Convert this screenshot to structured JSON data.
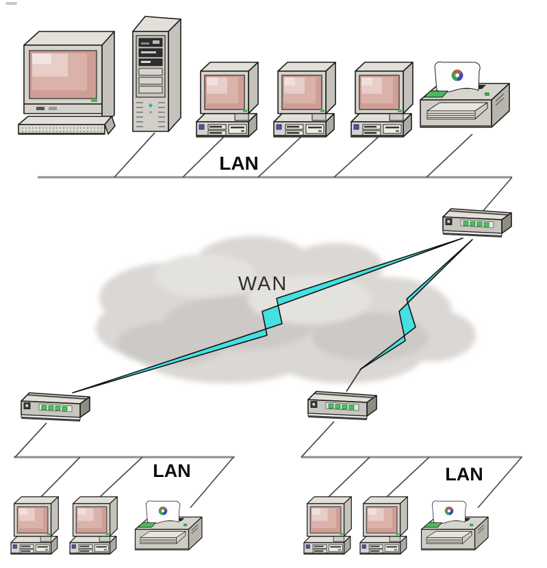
{
  "diagram": {
    "type": "network-topology",
    "labels": {
      "top_lan": "LAN",
      "wan": "WAN",
      "bottom_left_lan": "LAN",
      "bottom_right_lan": "LAN"
    },
    "colors": {
      "background": "#ffffff",
      "lightning_link": "#45e0e0",
      "cloud": "#dad7d4",
      "cloud_shadow": "#ccc9c6",
      "cloud_highlight": "#e4e2df",
      "bus_line": "#8e8e8e",
      "drop_line": "#4a4a4a",
      "device_body": "#d6d3cc",
      "device_side": "#b9b6af",
      "screen_pink": "#cf9e96",
      "led_green": "#44b958",
      "logo_blue": "#4d4dc4",
      "outline": "#1c1c1c",
      "ink_wheel": [
        "#a8624e",
        "#3aa648",
        "#3b49c6"
      ]
    },
    "networks": {
      "top_lan": {
        "label": "LAN",
        "devices": [
          "server-workstation",
          "server-tower",
          "workstation",
          "workstation",
          "workstation",
          "printer"
        ],
        "uplink": "router"
      },
      "wan": {
        "label": "WAN",
        "links": [
          "lightning-link-to-bottom-left-router",
          "lightning-link-to-bottom-right-router"
        ]
      },
      "bottom_left_lan": {
        "label": "LAN",
        "devices": [
          "workstation",
          "workstation",
          "printer"
        ],
        "uplink": "router"
      },
      "bottom_right_lan": {
        "label": "LAN",
        "devices": [
          "workstation",
          "workstation",
          "printer"
        ],
        "uplink": "router"
      }
    }
  }
}
